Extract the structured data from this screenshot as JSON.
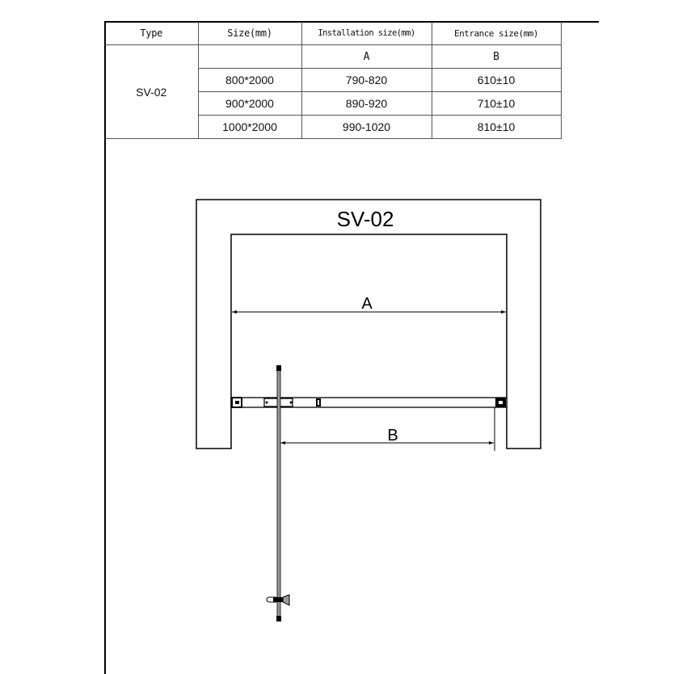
{
  "table": {
    "headers": {
      "type": "Type",
      "size": "Size(mm)",
      "installation": "Installation size(mm)",
      "entrance": "Entrance size(mm)"
    },
    "subheaders": {
      "size": "",
      "installation": "A",
      "entrance": "B"
    },
    "type_value": "SV-02",
    "rows": [
      {
        "size": "800*2000",
        "installation": "790-820",
        "entrance": "610±10"
      },
      {
        "size": "900*2000",
        "installation": "890-920",
        "entrance": "710±10"
      },
      {
        "size": "1000*2000",
        "installation": "990-1020",
        "entrance": "810±10"
      }
    ]
  },
  "drawing": {
    "title": "SV-02",
    "dimension_a_label": "A",
    "dimension_b_label": "B"
  },
  "colors": {
    "line": "#000000",
    "table_border": "#555555",
    "glass": "#9a9a9a"
  }
}
